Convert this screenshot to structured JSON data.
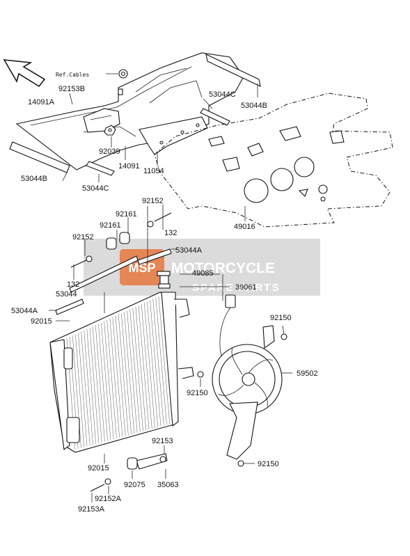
{
  "watermark": {
    "line1": "MOTORCYCLE",
    "line2": "SPARE PARTS",
    "badge": "MSP",
    "accent": "#e86a2a"
  },
  "colors": {
    "ink": "#111111",
    "watermark_bg": "#bdbdbd"
  },
  "ref_cables": "Ref.Cables",
  "labels": {
    "p14091A": "14091A",
    "p92153B": "92153B",
    "p53044C_top": "53044C",
    "p53044B_top": "53044B",
    "p92039": "92039",
    "p14091": "14091",
    "p11054": "11054",
    "p53044B_left": "53044B",
    "p53044C_left": "53044C",
    "p92152_top": "92152",
    "p132_top": "132",
    "p49016": "49016",
    "p92161_a": "92161",
    "p92161_b": "92161",
    "p92152_left": "92152",
    "p53044A_right": "53044A",
    "p132_left": "132",
    "p49085": "49085",
    "p39061": "39061",
    "p53044": "53044",
    "p53044A_left": "53044A",
    "p92015_top": "92015",
    "p92150_top": "92150",
    "p59502": "59502",
    "p92150_mid": "92150",
    "p92150_bot": "92150",
    "p92153": "92153",
    "p92015_bot": "92015",
    "p92075": "92075",
    "p35063": "35063",
    "p92152A": "92152A",
    "p92153A": "92153A"
  }
}
